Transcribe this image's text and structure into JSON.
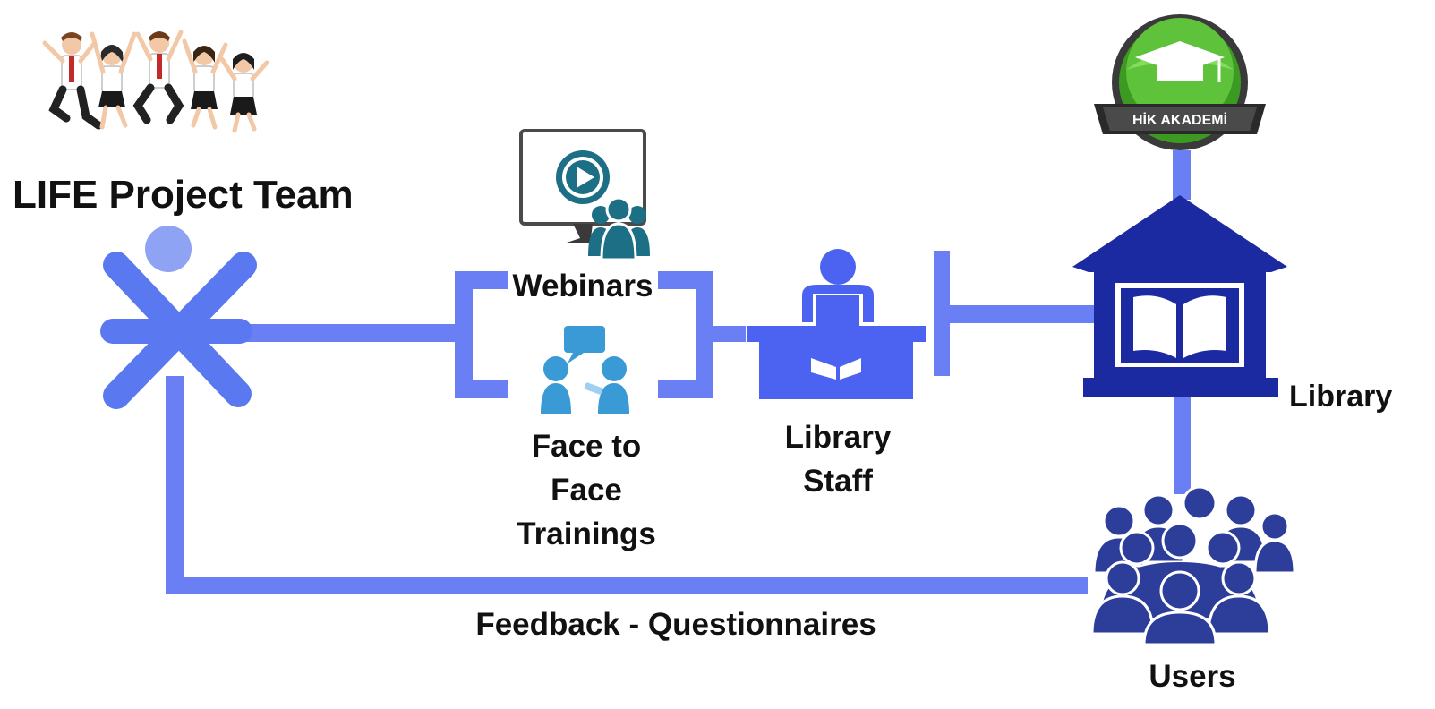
{
  "diagram": {
    "title": "LIFE Project Team",
    "badge_text": "HİK AKADEMİ",
    "nodes": {
      "webinars": "Webinars",
      "f2f": [
        "Face to",
        "Face",
        "Trainings"
      ],
      "staff": [
        "Library",
        "Staff"
      ],
      "library": "Library",
      "users": "Users"
    },
    "feedback_label": "Feedback - Questionnaires",
    "colors": {
      "connector": "#6b7ff5",
      "figure": "#5a78ef",
      "figure_head": "#8ea3f3",
      "staff": "#4b63f0",
      "library": "#1b2aa0",
      "users": "#2d3d9a",
      "webinar_icon": "#1d6f86",
      "trainer_icon": "#3a9ad6",
      "badge_green": "#3c9a22"
    }
  }
}
